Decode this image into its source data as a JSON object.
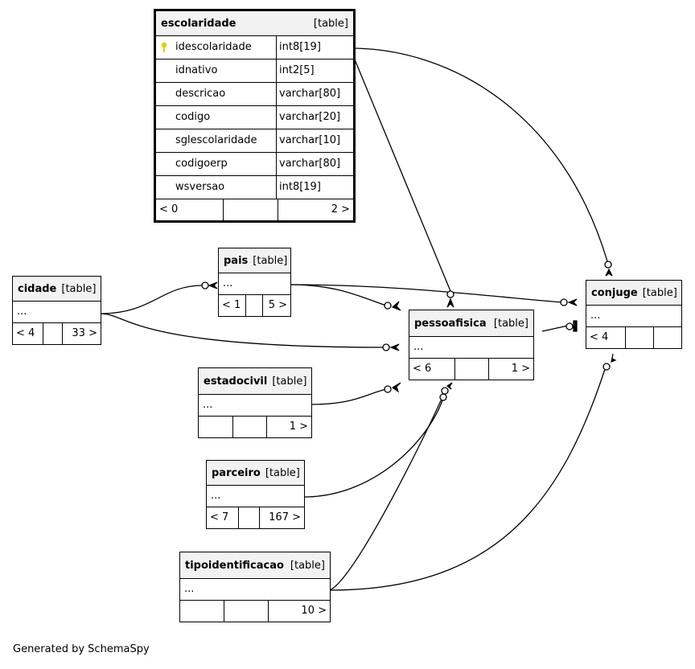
{
  "tables": {
    "escolaridade": {
      "name": "escolaridade",
      "type": "[table]",
      "columns": [
        {
          "name": "idescolaridade",
          "type": "int8[19]",
          "pk": true
        },
        {
          "name": "idnativo",
          "type": "int2[5]"
        },
        {
          "name": "descricao",
          "type": "varchar[80]"
        },
        {
          "name": "codigo",
          "type": "varchar[20]"
        },
        {
          "name": "sglescolaridade",
          "type": "varchar[10]"
        },
        {
          "name": "codigoerp",
          "type": "varchar[80]"
        },
        {
          "name": "wsversao",
          "type": "int8[19]"
        }
      ],
      "parents": "< 0",
      "children": "2 >"
    },
    "cidade": {
      "name": "cidade",
      "type": "[table]",
      "ellipsis": "...",
      "parents": "< 4",
      "children": "33 >"
    },
    "pais": {
      "name": "pais",
      "type": "[table]",
      "ellipsis": "...",
      "parents": "< 1",
      "children": "5 >"
    },
    "pessoafisica": {
      "name": "pessoafisica",
      "type": "[table]",
      "ellipsis": "...",
      "parents": "< 6",
      "children": "1 >"
    },
    "conjuge": {
      "name": "conjuge",
      "type": "[table]",
      "ellipsis": "...",
      "parents": "< 4",
      "children": ""
    },
    "estadocivil": {
      "name": "estadocivil",
      "type": "[table]",
      "ellipsis": "...",
      "parents": "",
      "children": "1 >"
    },
    "parceiro": {
      "name": "parceiro",
      "type": "[table]",
      "ellipsis": "...",
      "parents": "< 7",
      "children": "167 >"
    },
    "tipoidentificacao": {
      "name": "tipoidentificacao",
      "type": "[table]",
      "ellipsis": "...",
      "parents": "",
      "children": "10 >"
    }
  },
  "footer": "Generated by SchemaSpy",
  "colors": {
    "pk_key": "#e0d000",
    "line": "#000000",
    "header_bg": "#f2f2f2"
  }
}
